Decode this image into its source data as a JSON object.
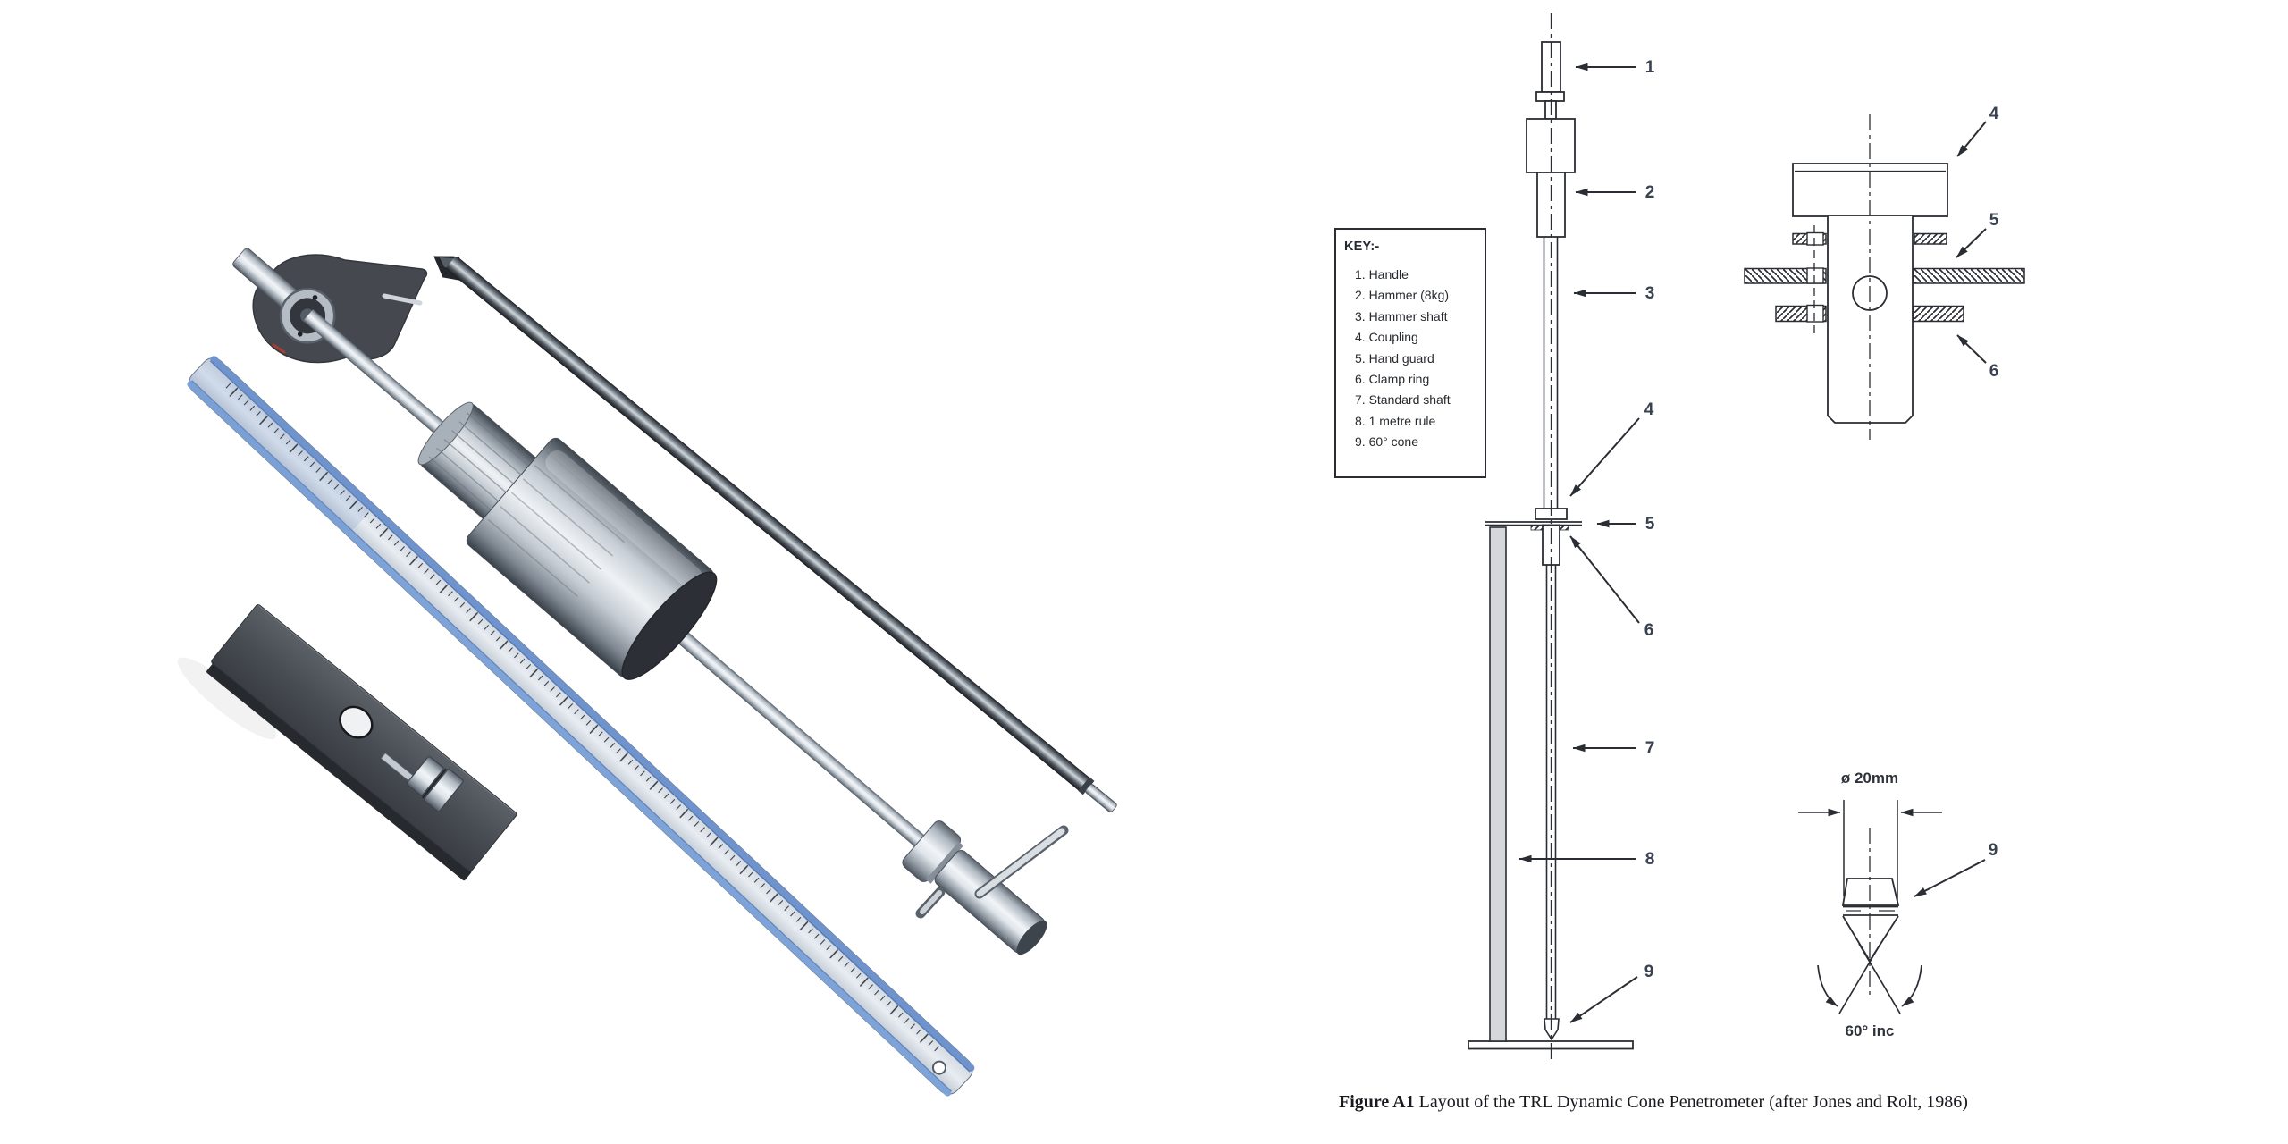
{
  "colors": {
    "ink": "#2a2d33",
    "label_text": "#3a4150",
    "caption_text": "#17191e",
    "ruler_blue": "#7396cf",
    "metal_light": "#eef1f5",
    "metal_dark": "#4b525c",
    "guard_plate": "#45494f",
    "diagram_rule_fill": "#d6d7d8"
  },
  "key_box": {
    "title": "KEY:-",
    "items": [
      "1. Handle",
      "2. Hammer (8kg)",
      "3. Hammer shaft",
      "4. Coupling",
      "5. Hand guard",
      "6. Clamp ring",
      "7. Standard shaft",
      "8. 1 metre rule",
      "9. 60° cone"
    ]
  },
  "diagram": {
    "labels": [
      "1",
      "2",
      "3",
      "4",
      "5",
      "6",
      "7",
      "8",
      "9"
    ],
    "cone_detail": {
      "diameter_label": "ø 20mm",
      "angle_label": "60° inc"
    }
  },
  "caption": {
    "prefix": "Figure A1",
    "text": "Layout of the TRL Dynamic Cone Penetrometer (after Jones and Rolt, 1986)"
  }
}
